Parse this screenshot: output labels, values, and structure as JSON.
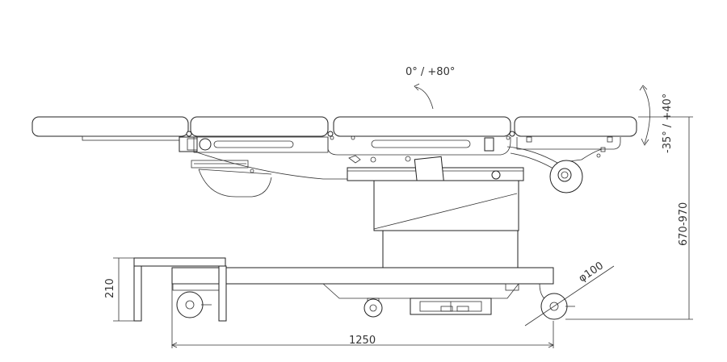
{
  "diagram": {
    "subject": "side elevation of examination table with dimensions",
    "annotations": {
      "backrest_angle": "0° / +80°",
      "legrest_angle": "-35° / +40°",
      "height_range": "670-970",
      "wheel_diameter": "φ100",
      "base_length": "1250",
      "step_height": "210"
    }
  }
}
